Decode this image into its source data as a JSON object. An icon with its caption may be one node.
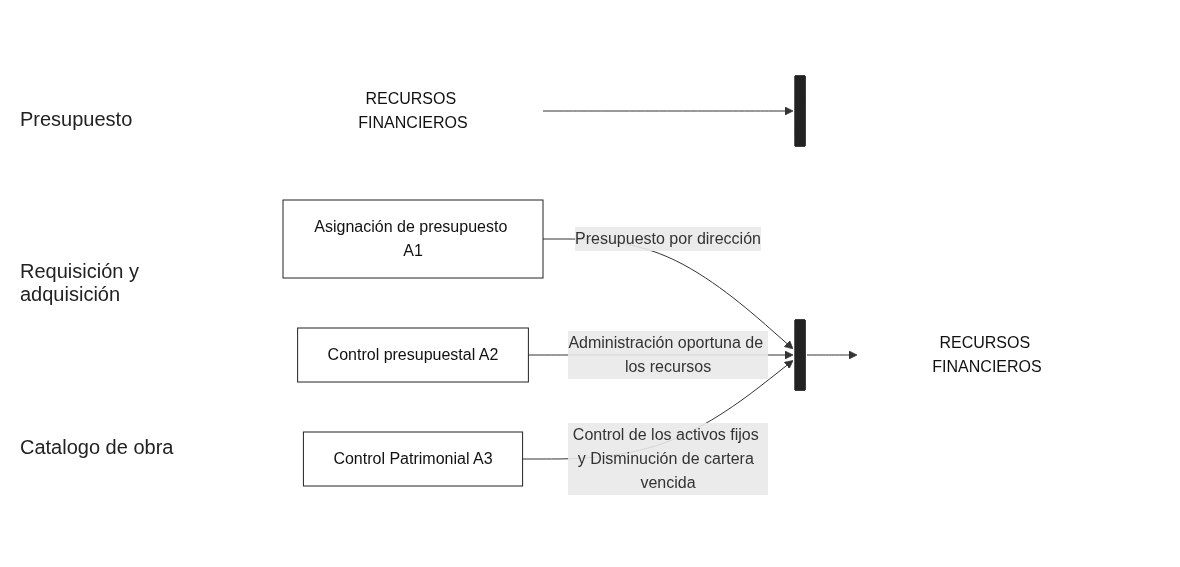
{
  "diagram": {
    "nodes": [
      {
        "text": [
          "RECURSOS FINANCIEROS"
        ]
      },
      {
        "text": [],
        "shape": "bar"
      },
      {
        "text": [
          "Asignación de presupuesto A1"
        ]
      },
      {
        "text": [
          "Control presupuestal A2"
        ]
      },
      {
        "text": [
          "Control Patrimonial  A3"
        ]
      },
      {
        "text": [],
        "shape": "bar"
      },
      {
        "text": [
          "RECURSOS FINANCIEROS"
        ]
      }
    ],
    "edges": [
      {
        "from": 0,
        "to": 1,
        "arrow": "to"
      },
      {
        "from": 2,
        "to": 5,
        "arrow": "to",
        "label": "Presupuesto por dirección"
      },
      {
        "from": 3,
        "to": 5,
        "arrow": "to",
        "label": "Administración oportuna de los recursos"
      },
      {
        "from": 4,
        "to": 5,
        "arrow": "to",
        "label": "Control de los activos fijos y Disminución de cartera vencida"
      },
      {
        "from": 5,
        "to": 6,
        "arrow": "to"
      }
    ],
    "labels": [
      "Presupuesto",
      "Requisición y adquisición",
      "Catalogo de obra"
    ]
  }
}
